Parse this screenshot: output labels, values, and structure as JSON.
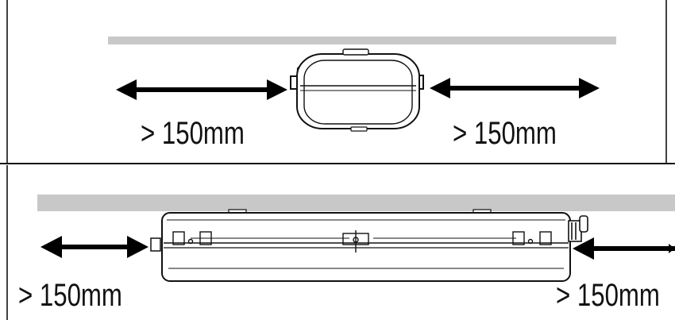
{
  "top_panel": {
    "label_left": "> 150mm",
    "label_right": "> 150mm"
  },
  "bottom_panel": {
    "label_left": "> 150mm",
    "label_right": "> 150mm"
  },
  "colors": {
    "ceiling": "#c8c8c8",
    "line": "#111111",
    "arrow": "#000000",
    "background": "#ffffff"
  }
}
